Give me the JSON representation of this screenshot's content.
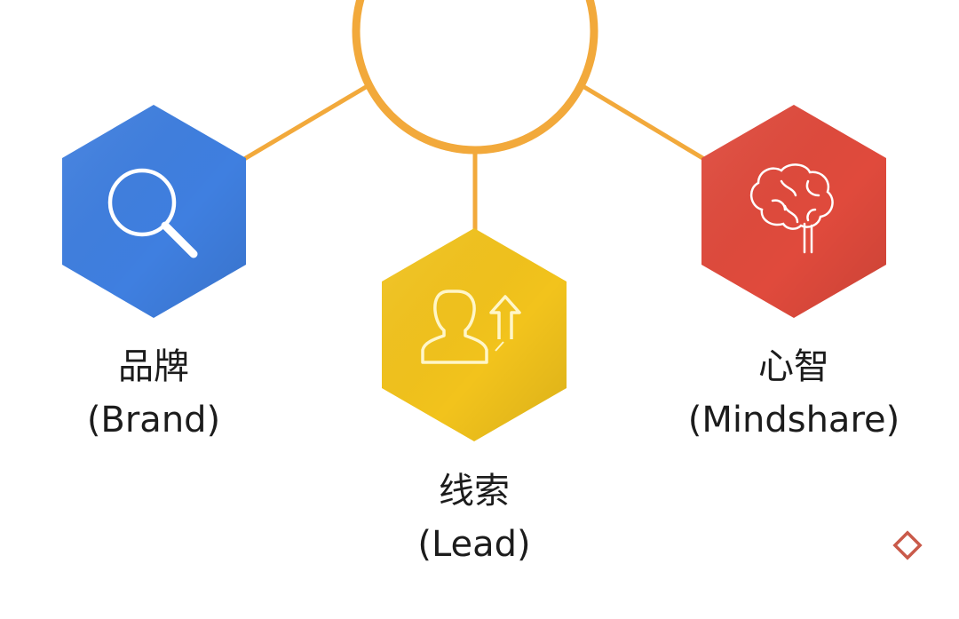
{
  "colors": {
    "hub": "#F2A93B",
    "brand": "#3F7FE0",
    "lead": "#F2C31C",
    "mindshare": "#E04A3C",
    "diamond": "#C95A4A"
  },
  "nodes": [
    {
      "id": "brand",
      "zh": "品牌",
      "en": "(Brand)",
      "icon": "magnifier-icon"
    },
    {
      "id": "lead",
      "zh": "线索",
      "en": "(Lead)",
      "icon": "user-growth-icon"
    },
    {
      "id": "mindshare",
      "zh": "心智",
      "en": "(Mindshare)",
      "icon": "brain-icon"
    }
  ]
}
